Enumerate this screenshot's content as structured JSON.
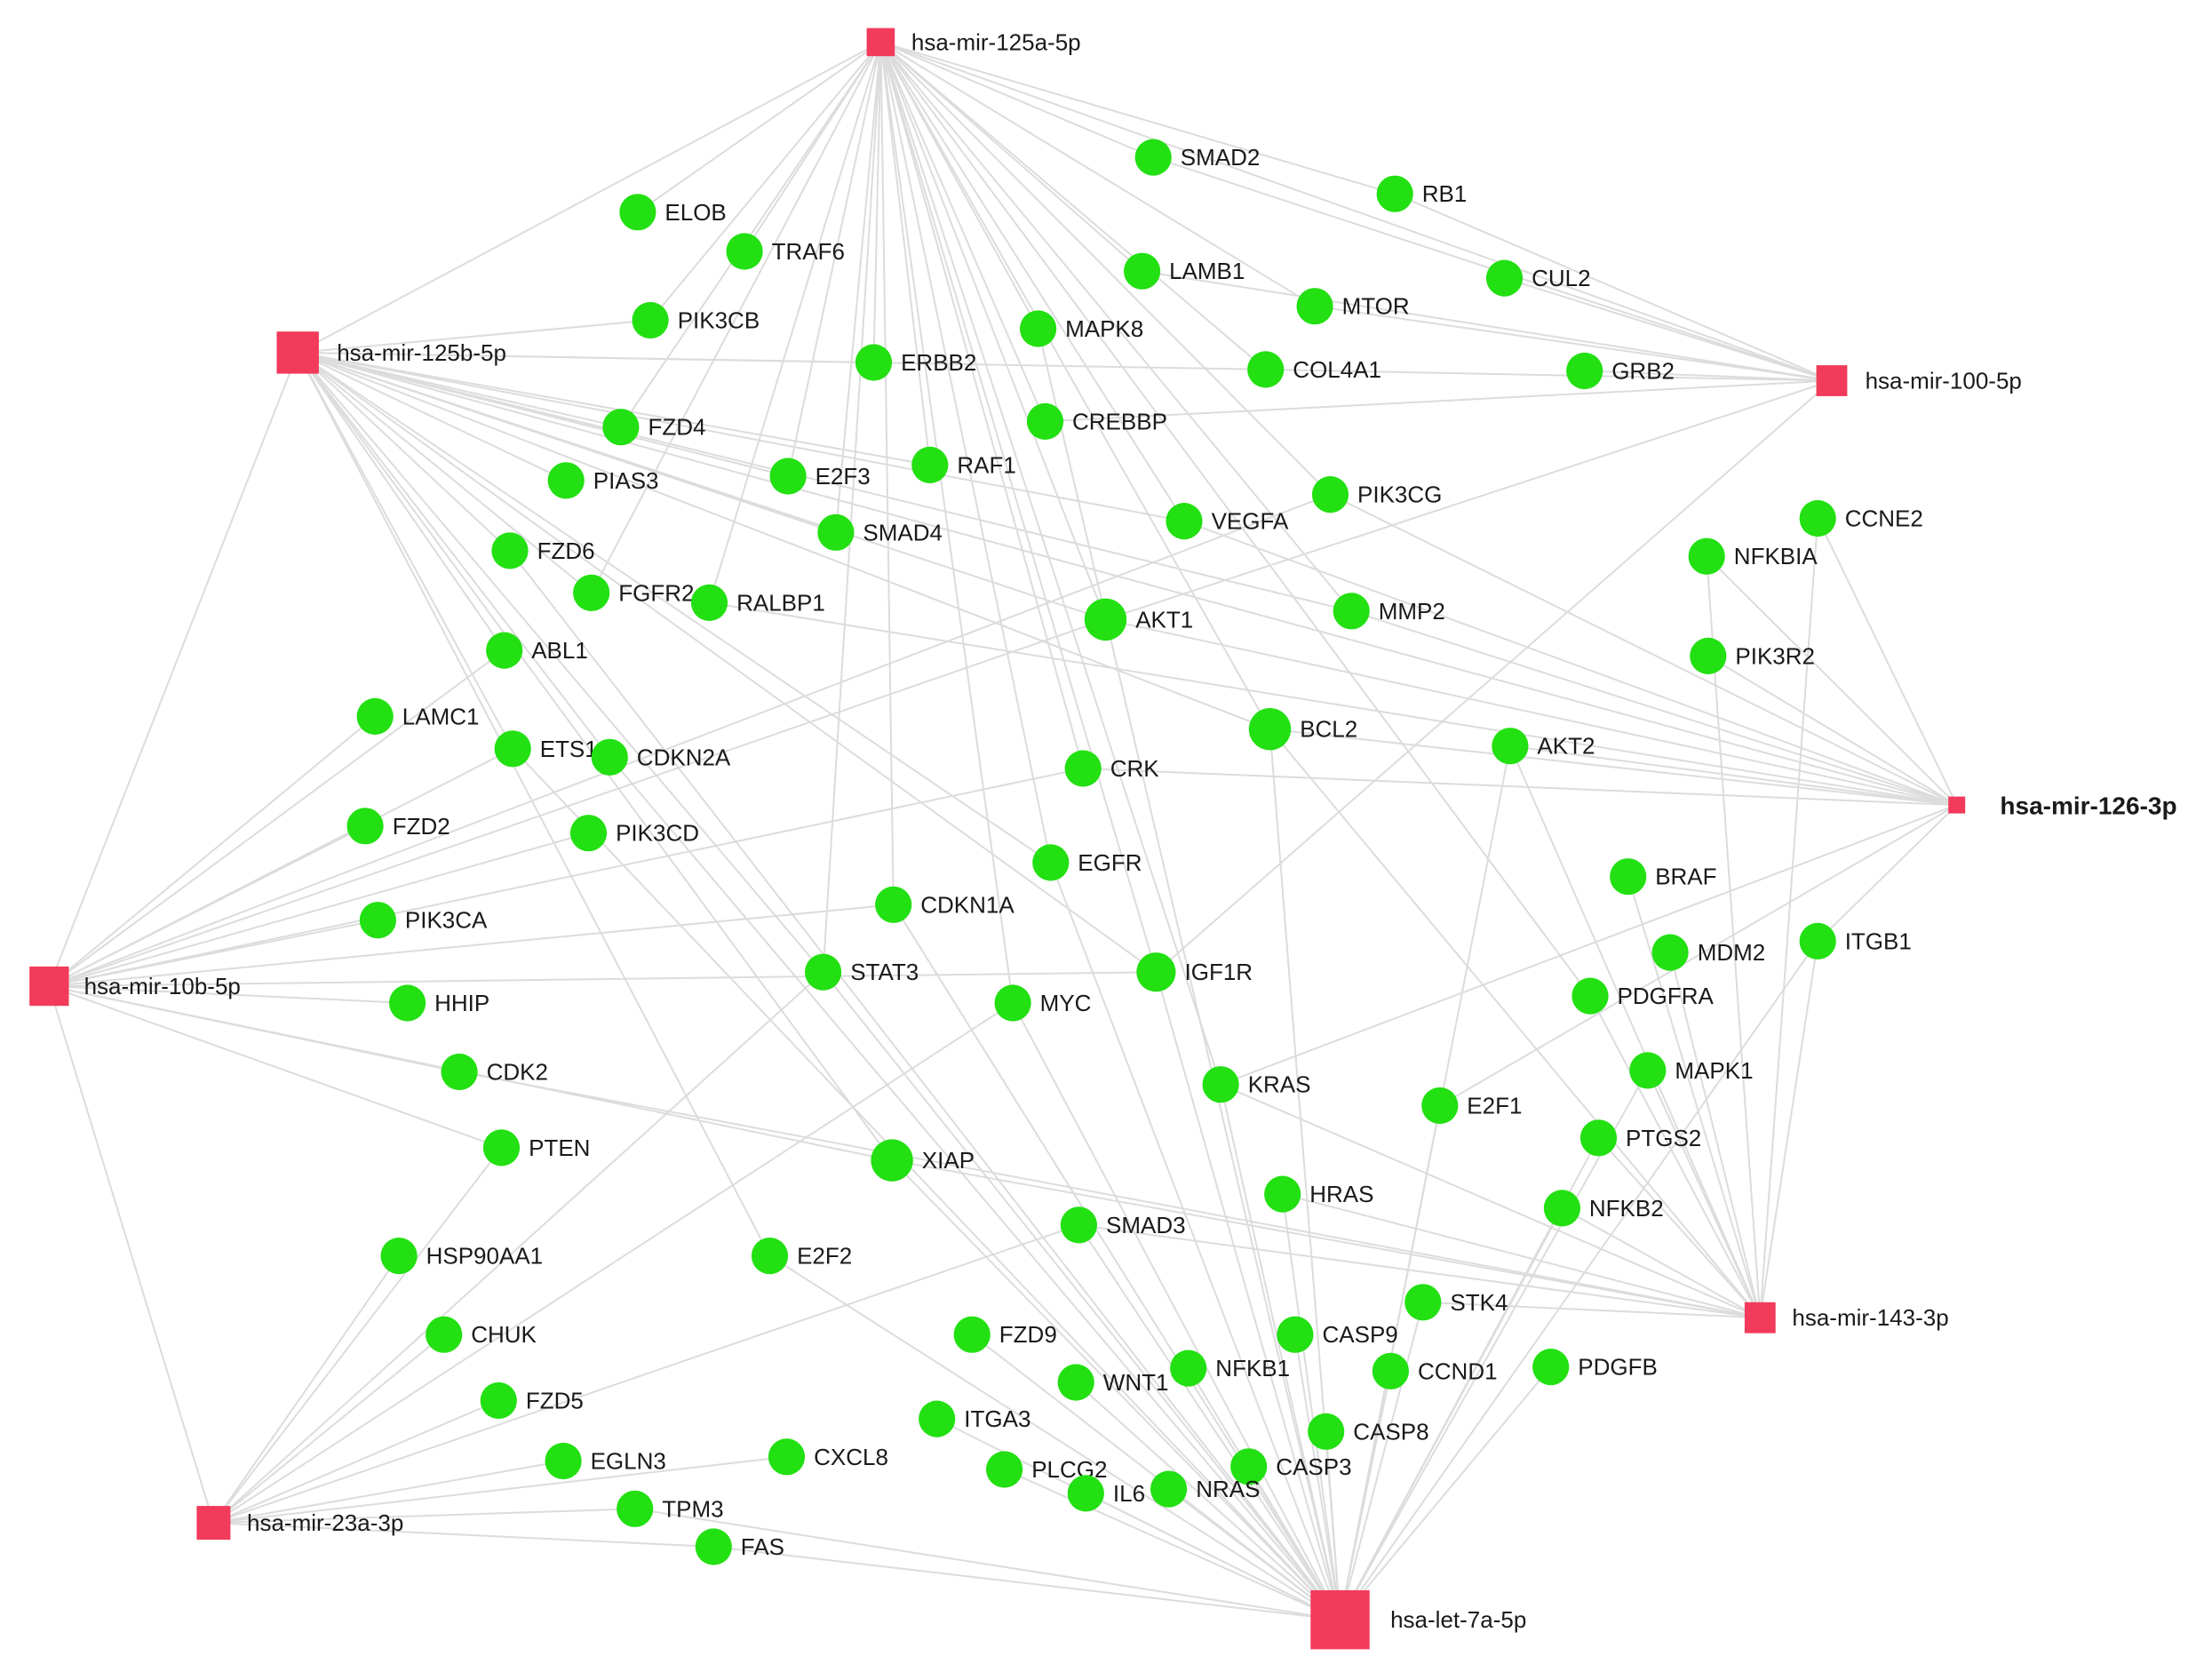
{
  "colors": {
    "mirna": "#f23a5a",
    "gene": "#22e012",
    "edge": "#dcdcdc"
  },
  "mirnas": [
    {
      "id": "hsa-mir-125a-5p",
      "label": "hsa-mir-125a-5p"
    },
    {
      "id": "hsa-mir-125b-5p",
      "label": "hsa-mir-125b-5p"
    },
    {
      "id": "hsa-mir-100-5p",
      "label": "hsa-mir-100-5p"
    },
    {
      "id": "hsa-mir-126-3p",
      "label": "hsa-mir-126-3p"
    },
    {
      "id": "hsa-mir-10b-5p",
      "label": "hsa-mir-10b-5p"
    },
    {
      "id": "hsa-mir-143-3p",
      "label": "hsa-mir-143-3p"
    },
    {
      "id": "hsa-mir-23a-3p",
      "label": "hsa-mir-23a-3p"
    },
    {
      "id": "hsa-let-7a-5p",
      "label": "hsa-let-7a-5p"
    }
  ],
  "genes": [
    "SMAD2",
    "RB1",
    "ELOB",
    "TRAF6",
    "LAMB1",
    "CUL2",
    "MTOR",
    "PIK3CB",
    "MAPK8",
    "ERBB2",
    "COL4A1",
    "GRB2",
    "FZD4",
    "CREBBP",
    "E2F3",
    "RAF1",
    "PIAS3",
    "PIK3CG",
    "VEGFA",
    "SMAD4",
    "CCNE2",
    "NFKBIA",
    "FZD6",
    "FGFR2",
    "RALBP1",
    "AKT1",
    "MMP2",
    "ABL1",
    "PIK3R2",
    "LAMC1",
    "BCL2",
    "AKT2",
    "ETS1",
    "CDKN2A",
    "CRK",
    "FZD2",
    "PIK3CD",
    "EGFR",
    "BRAF",
    "PIK3CA",
    "CDKN1A",
    "MDM2",
    "ITGB1",
    "STAT3",
    "IGF1R",
    "MYC",
    "PDGFRA",
    "HHIP",
    "CDK2",
    "MAPK1",
    "KRAS",
    "E2F1",
    "PTEN",
    "PTGS2",
    "XIAP",
    "HRAS",
    "NFKB2",
    "SMAD3",
    "HSP90AA1",
    "E2F2",
    "STK4",
    "FZD9",
    "CASP9",
    "CHUK",
    "NFKB1",
    "CCND1",
    "PDGFB",
    "WNT1",
    "FZD5",
    "ITGA3",
    "CASP8",
    "EGLN3",
    "CXCL8",
    "PLCG2",
    "CASP3",
    "IL6",
    "NRAS",
    "TPM3",
    "FAS"
  ],
  "edges": [
    [
      "hsa-mir-125a-5p",
      "ELOB"
    ],
    [
      "hsa-mir-125a-5p",
      "TRAF6"
    ],
    [
      "hsa-mir-125a-5p",
      "PIK3CB"
    ],
    [
      "hsa-mir-125a-5p",
      "ERBB2"
    ],
    [
      "hsa-mir-125a-5p",
      "MAPK8"
    ],
    [
      "hsa-mir-125a-5p",
      "E2F3"
    ],
    [
      "hsa-mir-125a-5p",
      "RAF1"
    ],
    [
      "hsa-mir-125a-5p",
      "SMAD4"
    ],
    [
      "hsa-mir-125a-5p",
      "RALBP1"
    ],
    [
      "hsa-mir-125a-5p",
      "FGFR2"
    ],
    [
      "hsa-mir-125a-5p",
      "FZD4"
    ],
    [
      "hsa-mir-125a-5p",
      "MTOR"
    ],
    [
      "hsa-mir-125a-5p",
      "LAMB1"
    ],
    [
      "hsa-mir-125a-5p",
      "COL4A1"
    ],
    [
      "hsa-mir-125a-5p",
      "CREBBP"
    ],
    [
      "hsa-mir-125a-5p",
      "PIK3CG"
    ],
    [
      "hsa-mir-125a-5p",
      "VEGFA"
    ],
    [
      "hsa-mir-125a-5p",
      "MMP2"
    ],
    [
      "hsa-mir-125a-5p",
      "AKT1"
    ],
    [
      "hsa-mir-125a-5p",
      "CRK"
    ],
    [
      "hsa-mir-125a-5p",
      "EGFR"
    ],
    [
      "hsa-mir-125a-5p",
      "CDKN1A"
    ],
    [
      "hsa-mir-125a-5p",
      "STAT3"
    ],
    [
      "hsa-mir-125a-5p",
      "MYC"
    ],
    [
      "hsa-mir-125a-5p",
      "IGF1R"
    ],
    [
      "hsa-mir-125a-5p",
      "BCL2"
    ],
    [
      "hsa-mir-125a-5p",
      "KRAS"
    ],
    [
      "hsa-mir-125a-5p",
      "PDGFRA"
    ],
    [
      "hsa-mir-125a-5p",
      "SMAD2"
    ],
    [
      "hsa-mir-125a-5p",
      "RB1"
    ],
    [
      "hsa-mir-125a-5p",
      "hsa-mir-125b-5p"
    ],
    [
      "hsa-mir-125a-5p",
      "hsa-mir-100-5p"
    ],
    [
      "hsa-mir-125b-5p",
      "PIK3CB"
    ],
    [
      "hsa-mir-125b-5p",
      "ERBB2"
    ],
    [
      "hsa-mir-125b-5p",
      "FZD4"
    ],
    [
      "hsa-mir-125b-5p",
      "PIAS3"
    ],
    [
      "hsa-mir-125b-5p",
      "FZD6"
    ],
    [
      "hsa-mir-125b-5p",
      "FGFR2"
    ],
    [
      "hsa-mir-125b-5p",
      "ABL1"
    ],
    [
      "hsa-mir-125b-5p",
      "ETS1"
    ],
    [
      "hsa-mir-125b-5p",
      "CDKN2A"
    ],
    [
      "hsa-mir-125b-5p",
      "E2F3"
    ],
    [
      "hsa-mir-125b-5p",
      "RAF1"
    ],
    [
      "hsa-mir-125b-5p",
      "SMAD4"
    ],
    [
      "hsa-mir-125b-5p",
      "VEGFA"
    ],
    [
      "hsa-mir-125b-5p",
      "MMP2"
    ],
    [
      "hsa-mir-125b-5p",
      "AKT1"
    ],
    [
      "hsa-mir-125b-5p",
      "EGFR"
    ],
    [
      "hsa-mir-125b-5p",
      "STAT3"
    ],
    [
      "hsa-mir-125b-5p",
      "IGF1R"
    ],
    [
      "hsa-mir-125b-5p",
      "BCL2"
    ],
    [
      "hsa-mir-125b-5p",
      "E2F2"
    ],
    [
      "hsa-mir-125b-5p",
      "XIAP"
    ],
    [
      "hsa-mir-125b-5p",
      "hsa-mir-126-3p"
    ],
    [
      "hsa-mir-125b-5p",
      "COL4A1"
    ],
    [
      "hsa-mir-125b-5p",
      "hsa-mir-10b-5p"
    ],
    [
      "hsa-mir-100-5p",
      "CUL2"
    ],
    [
      "hsa-mir-100-5p",
      "GRB2"
    ],
    [
      "hsa-mir-100-5p",
      "MTOR"
    ],
    [
      "hsa-mir-100-5p",
      "COL4A1"
    ],
    [
      "hsa-mir-100-5p",
      "CREBBP"
    ],
    [
      "hsa-mir-100-5p",
      "RB1"
    ],
    [
      "hsa-mir-100-5p",
      "LAMB1"
    ],
    [
      "hsa-mir-100-5p",
      "AKT1"
    ],
    [
      "hsa-mir-100-5p",
      "IGF1R"
    ],
    [
      "hsa-mir-100-5p",
      "SMAD2"
    ],
    [
      "hsa-mir-126-3p",
      "CCNE2"
    ],
    [
      "hsa-mir-126-3p",
      "NFKBIA"
    ],
    [
      "hsa-mir-126-3p",
      "PIK3R2"
    ],
    [
      "hsa-mir-126-3p",
      "AKT2"
    ],
    [
      "hsa-mir-126-3p",
      "BCL2"
    ],
    [
      "hsa-mir-126-3p",
      "CRK"
    ],
    [
      "hsa-mir-126-3p",
      "MMP2"
    ],
    [
      "hsa-mir-126-3p",
      "AKT1"
    ],
    [
      "hsa-mir-126-3p",
      "VEGFA"
    ],
    [
      "hsa-mir-126-3p",
      "E2F1"
    ],
    [
      "hsa-mir-126-3p",
      "KRAS"
    ],
    [
      "hsa-mir-126-3p",
      "PIK3CG"
    ],
    [
      "hsa-mir-126-3p",
      "RALBP1"
    ],
    [
      "hsa-mir-126-3p",
      "ITGB1"
    ],
    [
      "hsa-mir-10b-5p",
      "LAMC1"
    ],
    [
      "hsa-mir-10b-5p",
      "ETS1"
    ],
    [
      "hsa-mir-10b-5p",
      "FZD2"
    ],
    [
      "hsa-mir-10b-5p",
      "PIK3CD"
    ],
    [
      "hsa-mir-10b-5p",
      "PIK3CA"
    ],
    [
      "hsa-mir-10b-5p",
      "HHIP"
    ],
    [
      "hsa-mir-10b-5p",
      "CDK2"
    ],
    [
      "hsa-mir-10b-5p",
      "PTEN"
    ],
    [
      "hsa-mir-10b-5p",
      "CRK"
    ],
    [
      "hsa-mir-10b-5p",
      "CDKN1A"
    ],
    [
      "hsa-mir-10b-5p",
      "AKT1"
    ],
    [
      "hsa-mir-10b-5p",
      "ABL1"
    ],
    [
      "hsa-mir-10b-5p",
      "XIAP"
    ],
    [
      "hsa-mir-10b-5p",
      "PIK3CG"
    ],
    [
      "hsa-mir-10b-5p",
      "IGF1R"
    ],
    [
      "hsa-mir-143-3p",
      "MAPK1"
    ],
    [
      "hsa-mir-143-3p",
      "PTGS2"
    ],
    [
      "hsa-mir-143-3p",
      "NFKB2"
    ],
    [
      "hsa-mir-143-3p",
      "STK4"
    ],
    [
      "hsa-mir-143-3p",
      "SMAD3"
    ],
    [
      "hsa-mir-143-3p",
      "MDM2"
    ],
    [
      "hsa-mir-143-3p",
      "BRAF"
    ],
    [
      "hsa-mir-143-3p",
      "PDGFRA"
    ],
    [
      "hsa-mir-143-3p",
      "ITGB1"
    ],
    [
      "hsa-mir-143-3p",
      "KRAS"
    ],
    [
      "hsa-mir-143-3p",
      "AKT2"
    ],
    [
      "hsa-mir-143-3p",
      "HRAS"
    ],
    [
      "hsa-mir-143-3p",
      "CCNE2"
    ],
    [
      "hsa-mir-143-3p",
      "XIAP"
    ],
    [
      "hsa-mir-143-3p",
      "BCL2"
    ],
    [
      "hsa-mir-143-3p",
      "NFKBIA"
    ],
    [
      "hsa-mir-143-3p",
      "CDK2"
    ],
    [
      "hsa-mir-23a-3p",
      "HSP90AA1"
    ],
    [
      "hsa-mir-23a-3p",
      "CHUK"
    ],
    [
      "hsa-mir-23a-3p",
      "FZD5"
    ],
    [
      "hsa-mir-23a-3p",
      "EGLN3"
    ],
    [
      "hsa-mir-23a-3p",
      "TPM3"
    ],
    [
      "hsa-mir-23a-3p",
      "FAS"
    ],
    [
      "hsa-mir-23a-3p",
      "CXCL8"
    ],
    [
      "hsa-mir-23a-3p",
      "PTEN"
    ],
    [
      "hsa-mir-23a-3p",
      "SMAD3"
    ],
    [
      "hsa-mir-23a-3p",
      "MYC"
    ],
    [
      "hsa-mir-23a-3p",
      "STAT3"
    ],
    [
      "hsa-mir-23a-3p",
      "hsa-mir-10b-5p"
    ],
    [
      "hsa-let-7a-5p",
      "CASP3"
    ],
    [
      "hsa-let-7a-5p",
      "NRAS"
    ],
    [
      "hsa-let-7a-5p",
      "IL6"
    ],
    [
      "hsa-let-7a-5p",
      "PLCG2"
    ],
    [
      "hsa-let-7a-5p",
      "ITGA3"
    ],
    [
      "hsa-let-7a-5p",
      "CASP8"
    ],
    [
      "hsa-let-7a-5p",
      "CCND1"
    ],
    [
      "hsa-let-7a-5p",
      "PDGFB"
    ],
    [
      "hsa-let-7a-5p",
      "NFKB1"
    ],
    [
      "hsa-let-7a-5p",
      "WNT1"
    ],
    [
      "hsa-let-7a-5p",
      "FZD9"
    ],
    [
      "hsa-let-7a-5p",
      "CASP9"
    ],
    [
      "hsa-let-7a-5p",
      "STK4"
    ],
    [
      "hsa-let-7a-5p",
      "HRAS"
    ],
    [
      "hsa-let-7a-5p",
      "KRAS"
    ],
    [
      "hsa-let-7a-5p",
      "E2F2"
    ],
    [
      "hsa-let-7a-5p",
      "BCL2"
    ],
    [
      "hsa-let-7a-5p",
      "IGF1R"
    ],
    [
      "hsa-let-7a-5p",
      "MYC"
    ],
    [
      "hsa-let-7a-5p",
      "STAT3"
    ],
    [
      "hsa-let-7a-5p",
      "CDKN1A"
    ],
    [
      "hsa-let-7a-5p",
      "E2F1"
    ],
    [
      "hsa-let-7a-5p",
      "SMAD3"
    ],
    [
      "hsa-let-7a-5p",
      "FAS"
    ],
    [
      "hsa-let-7a-5p",
      "TPM3"
    ],
    [
      "hsa-let-7a-5p",
      "EGFR"
    ],
    [
      "hsa-let-7a-5p",
      "ETS1"
    ],
    [
      "hsa-let-7a-5p",
      "NFKB2"
    ],
    [
      "hsa-let-7a-5p",
      "PTGS2"
    ],
    [
      "hsa-let-7a-5p",
      "MAPK1"
    ],
    [
      "hsa-let-7a-5p",
      "XIAP"
    ],
    [
      "hsa-let-7a-5p",
      "CDKN2A"
    ],
    [
      "hsa-let-7a-5p",
      "AKT2"
    ],
    [
      "hsa-let-7a-5p",
      "MAPK8"
    ],
    [
      "hsa-let-7a-5p",
      "FZD6"
    ],
    [
      "hsa-let-7a-5p",
      "ITGB1"
    ]
  ]
}
